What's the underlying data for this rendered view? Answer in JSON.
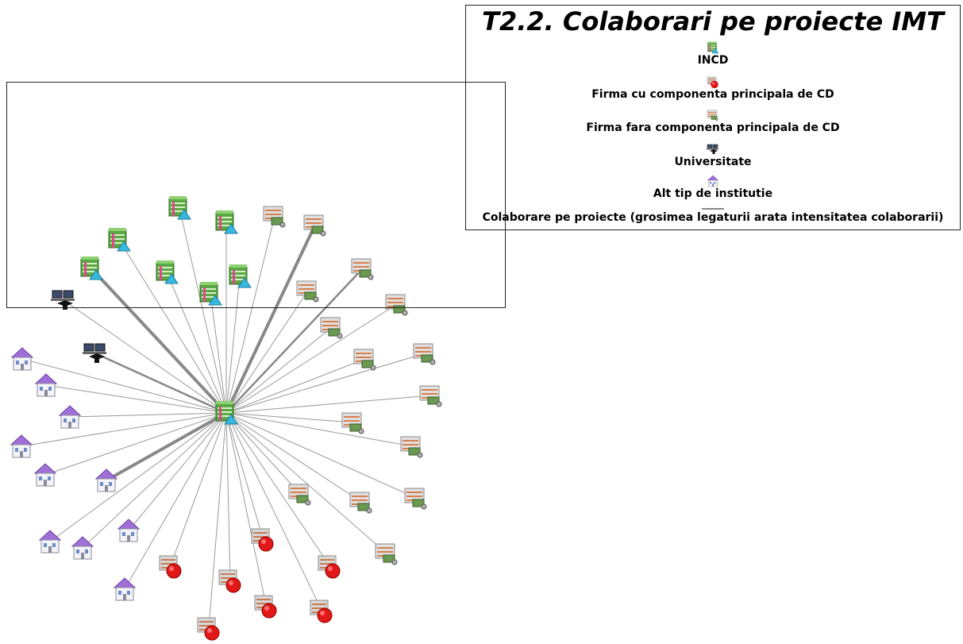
{
  "legend": {
    "title": "T2.2. Colaborari pe proiecte IMT",
    "items": [
      {
        "icon": "incd-icon",
        "label": "INCD"
      },
      {
        "icon": "firm-rd-icon",
        "label": "Firma cu componenta principala de CD"
      },
      {
        "icon": "firm-nonrd-icon",
        "label": "Firma fara componenta principala de CD"
      },
      {
        "icon": "university-icon",
        "label": "Universitate"
      },
      {
        "icon": "other-institution-icon",
        "label": "Alt tip de institutie"
      },
      {
        "icon": "edge-line-icon",
        "label": "Colaborare pe proiecte (grosimea legaturii arata intensitatea colaborarii)"
      }
    ]
  },
  "network": {
    "hub": {
      "type": "incd"
    },
    "nodes": [
      {
        "type": "incd",
        "weight": 1
      },
      {
        "type": "incd",
        "weight": 1
      },
      {
        "type": "incd",
        "weight": 1
      },
      {
        "type": "incd",
        "weight": 3
      },
      {
        "type": "incd",
        "weight": 1
      },
      {
        "type": "incd",
        "weight": 1
      },
      {
        "type": "incd",
        "weight": 1
      },
      {
        "type": "university",
        "weight": 1
      },
      {
        "type": "university",
        "weight": 2
      },
      {
        "type": "firm_nonrd",
        "weight": 1
      },
      {
        "type": "firm_nonrd",
        "weight": 3
      },
      {
        "type": "firm_nonrd",
        "weight": 2
      },
      {
        "type": "firm_nonrd",
        "weight": 1
      },
      {
        "type": "firm_nonrd",
        "weight": 1
      },
      {
        "type": "firm_nonrd",
        "weight": 1
      },
      {
        "type": "firm_nonrd",
        "weight": 1
      },
      {
        "type": "firm_nonrd",
        "weight": 1
      },
      {
        "type": "firm_nonrd",
        "weight": 1
      },
      {
        "type": "firm_nonrd",
        "weight": 1
      },
      {
        "type": "firm_nonrd",
        "weight": 1
      },
      {
        "type": "firm_nonrd",
        "weight": 1
      },
      {
        "type": "firm_nonrd",
        "weight": 1
      },
      {
        "type": "firm_nonrd",
        "weight": 1
      },
      {
        "type": "firm_nonrd",
        "weight": 1
      },
      {
        "type": "firm_rd",
        "weight": 1
      },
      {
        "type": "firm_rd",
        "weight": 1
      },
      {
        "type": "firm_rd",
        "weight": 1
      },
      {
        "type": "firm_rd",
        "weight": 1
      },
      {
        "type": "firm_rd",
        "weight": 1
      },
      {
        "type": "firm_rd",
        "weight": 1
      },
      {
        "type": "firm_rd",
        "weight": 1
      },
      {
        "type": "other",
        "weight": 1
      },
      {
        "type": "other",
        "weight": 1
      },
      {
        "type": "other",
        "weight": 1
      },
      {
        "type": "other",
        "weight": 1
      },
      {
        "type": "other",
        "weight": 1
      },
      {
        "type": "other",
        "weight": 3
      },
      {
        "type": "other",
        "weight": 1
      },
      {
        "type": "other",
        "weight": 1
      },
      {
        "type": "other",
        "weight": 1
      },
      {
        "type": "other",
        "weight": 1
      }
    ]
  }
}
